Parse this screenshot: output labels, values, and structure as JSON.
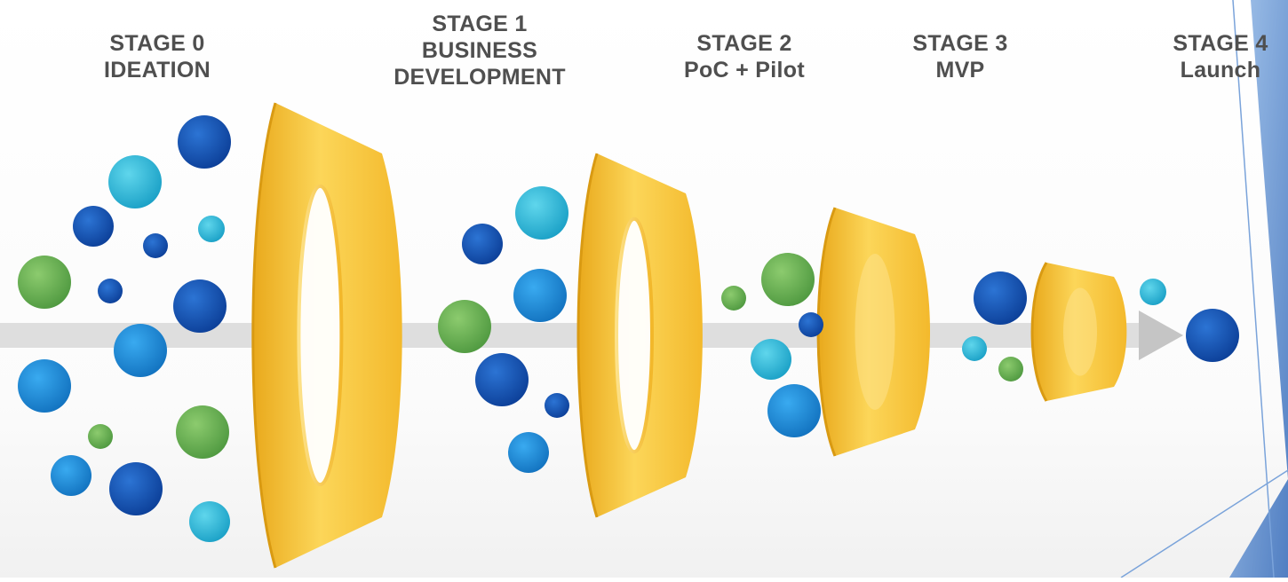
{
  "stages": [
    {
      "lines": [
        "STAGE 0",
        "IDEATION"
      ]
    },
    {
      "lines": [
        "STAGE 1",
        "BUSINESS",
        "DEVELOPMENT"
      ]
    },
    {
      "lines": [
        "STAGE 2",
        "PoC + Pilot"
      ]
    },
    {
      "lines": [
        "STAGE 3",
        "MVP"
      ]
    },
    {
      "lines": [
        "STAGE 4",
        "Launch"
      ]
    }
  ],
  "colors": {
    "dark_blue": "#1553b3",
    "mid_blue": "#1a8fd8",
    "cyan": "#22b5d6",
    "green": "#6caf52",
    "funnel_gold": "#f5c13a",
    "arrow_gray": "#c9c9c9",
    "slide_accent_blue": "#5f8fcf"
  }
}
